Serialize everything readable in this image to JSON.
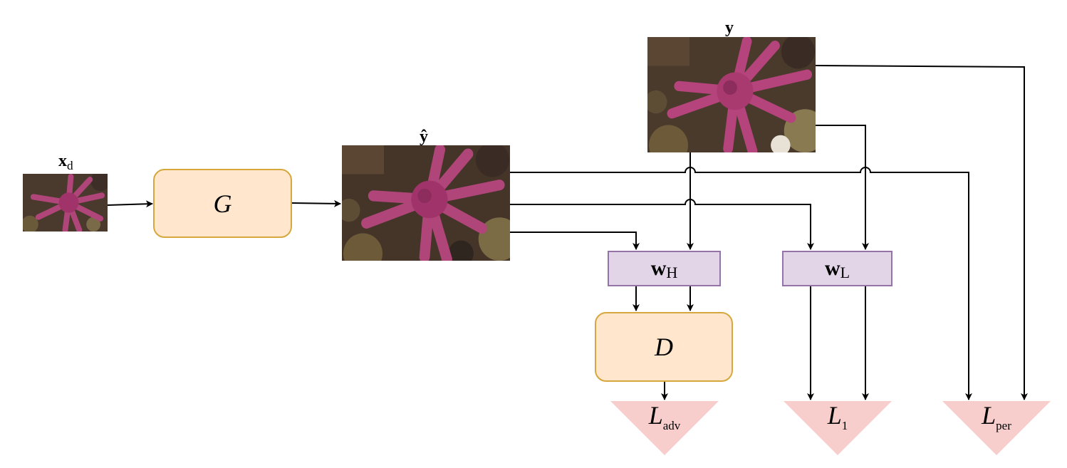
{
  "labels": {
    "input_image": "x",
    "input_image_sub": "d",
    "generated_image": "ŷ",
    "target_image": "y"
  },
  "blocks": {
    "generator": "G",
    "discriminator": "D",
    "weight_high": "w",
    "weight_high_sub": "H",
    "weight_low": "w",
    "weight_low_sub": "L"
  },
  "losses": {
    "adv": {
      "symbol": "L",
      "sub": "adv"
    },
    "l1": {
      "symbol": "L",
      "sub": "1"
    },
    "per": {
      "symbol": "L",
      "sub": "per"
    }
  },
  "colors": {
    "block_fill": "#ffe6cc",
    "block_stroke": "#d6a73d",
    "weight_fill": "#e1d5e7",
    "weight_stroke": "#9673a6",
    "loss_fill": "#f8cecc",
    "starfish": "#a0336a"
  }
}
